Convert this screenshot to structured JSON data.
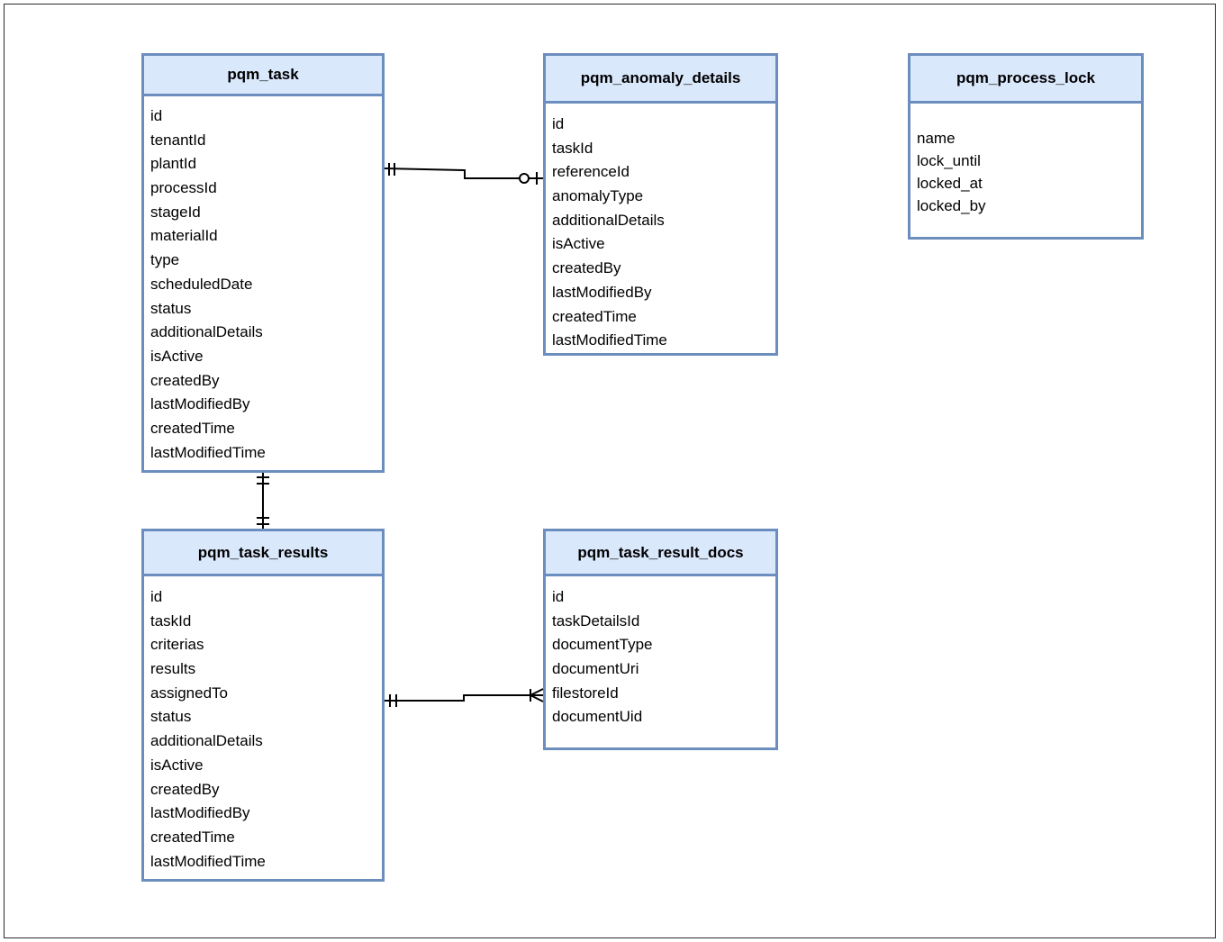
{
  "entities": {
    "pqm_task": {
      "name": "pqm_task",
      "fields": [
        "id",
        "tenantId",
        "plantId",
        "processId",
        "stageId",
        "materialId",
        "type",
        "scheduledDate",
        "status",
        "additionalDetails",
        "isActive",
        "createdBy",
        "lastModifiedBy",
        "createdTime",
        "lastModifiedTime"
      ]
    },
    "pqm_anomaly_details": {
      "name": "pqm_anomaly_details",
      "fields": [
        "id",
        "taskId",
        "referenceId",
        "anomalyType",
        "additionalDetails",
        "isActive",
        "createdBy",
        "lastModifiedBy",
        "createdTime",
        "lastModifiedTime"
      ]
    },
    "pqm_process_lock": {
      "name": "pqm_process_lock",
      "fields": [
        "name",
        "lock_until",
        "locked_at",
        "locked_by"
      ]
    },
    "pqm_task_results": {
      "name": "pqm_task_results",
      "fields": [
        "id",
        "taskId",
        "criterias",
        "results",
        "assignedTo",
        "status",
        "additionalDetails",
        "isActive",
        "createdBy",
        "lastModifiedBy",
        "createdTime",
        "lastModifiedTime"
      ]
    },
    "pqm_task_result_docs": {
      "name": "pqm_task_result_docs",
      "fields": [
        "id",
        "taskDetailsId",
        "documentType",
        "documentUri",
        "filestoreId",
        "documentUid"
      ]
    }
  },
  "relationships": [
    {
      "from": "pqm_task",
      "to": "pqm_anomaly_details",
      "from_cardinality": "one-and-only-one",
      "to_cardinality": "zero-or-one"
    },
    {
      "from": "pqm_task",
      "to": "pqm_task_results",
      "from_cardinality": "one-and-only-one",
      "to_cardinality": "one-and-only-one"
    },
    {
      "from": "pqm_task_results",
      "to": "pqm_task_result_docs",
      "from_cardinality": "one-and-only-one",
      "to_cardinality": "one-or-many"
    }
  ],
  "colors": {
    "header_fill": "#dae8fc",
    "border": "#6c8ebf",
    "line": "#000000"
  }
}
